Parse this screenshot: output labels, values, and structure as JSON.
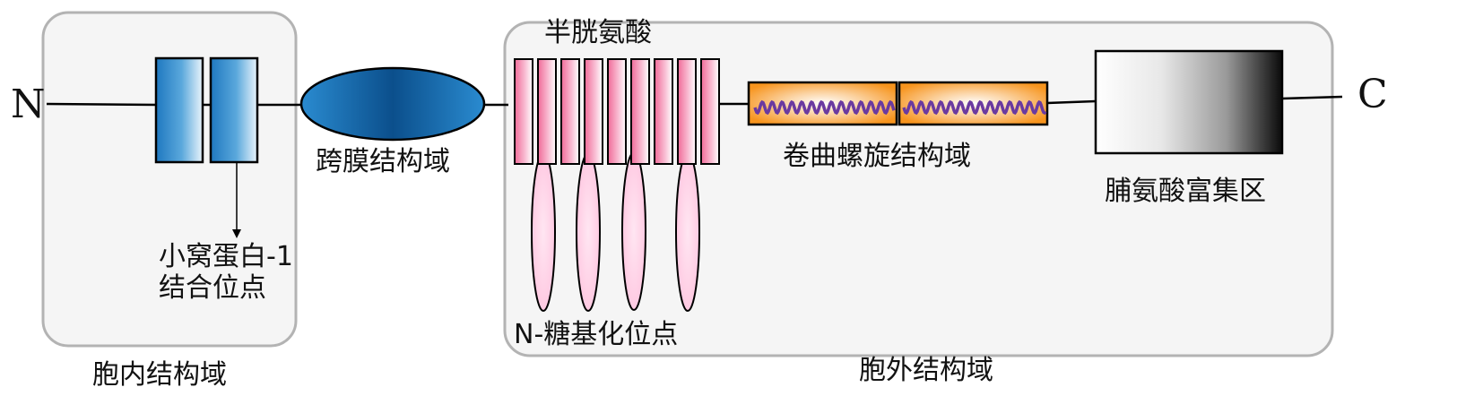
{
  "terminals": {
    "n": "N",
    "c": "C"
  },
  "labels": {
    "caveolin_line1": "小窝蛋白-1",
    "caveolin_line2": "结合位点",
    "transmembrane": "跨膜结构域",
    "cysteine": "半胱氨酸",
    "glycosylation": "N-糖基化位点",
    "coiled_coil": "卷曲螺旋结构域",
    "proline": "脯氨酸富集区",
    "intracellular": "胞内结构域",
    "extracellular": "胞外结构域"
  },
  "colors": {
    "panel_fill": "#f5f5f5",
    "panel_stroke": "#b3b3b3",
    "blue_dark": "#0a5a9c",
    "blue_light": "#e6f2fa",
    "pink": "#f06a98",
    "pink_light": "#ffffff",
    "ellipse_pink": "#ffcde6",
    "orange": "#f7941d",
    "helix": "#6a3aa0"
  }
}
